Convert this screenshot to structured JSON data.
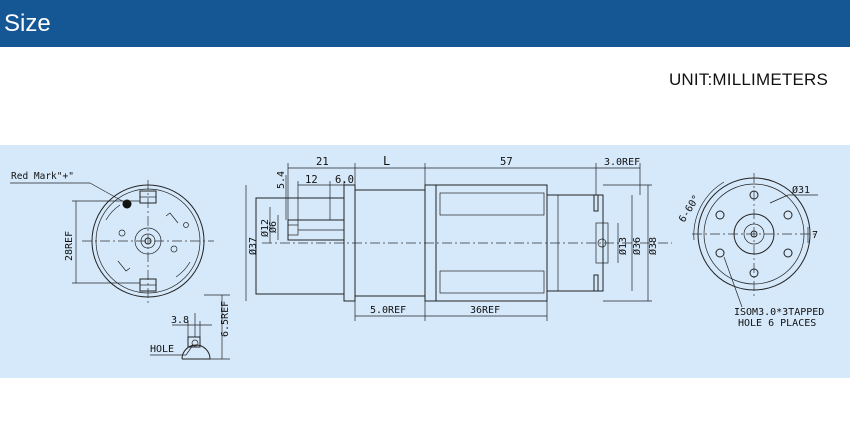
{
  "header": {
    "title": "Size"
  },
  "unit_label": "UNIT:MILLIMETERS",
  "colors": {
    "header_bg": "#155695",
    "drawing_bg": "#d6e9fa",
    "line": "#222222"
  },
  "left_view": {
    "red_mark": "Red Mark\"+\"",
    "dim_28": "28REF",
    "dim_38": "3.8",
    "dim_65": "6.5REF",
    "hole": "HOLE"
  },
  "side_view": {
    "dim_21": "21",
    "dim_L": "L",
    "dim_57": "57",
    "dim_30ref": "3.0REF",
    "dim_54": "5.4",
    "dim_12": "12",
    "dim_60": "6.0",
    "dim_d12": "Ø12",
    "dim_d6": "Ø6",
    "dim_d37": "Ø37",
    "dim_d13": "Ø13",
    "dim_d36": "Ø36",
    "dim_d38": "Ø38",
    "dim_50ref": "5.0REF",
    "dim_36ref": "36REF"
  },
  "right_view": {
    "angle": "6-60°",
    "dim_d31": "Ø31",
    "dim_7": "7",
    "note_line1": "ISOM3.0*3TAPPED",
    "note_line2": "HOLE 6 PLACES"
  }
}
